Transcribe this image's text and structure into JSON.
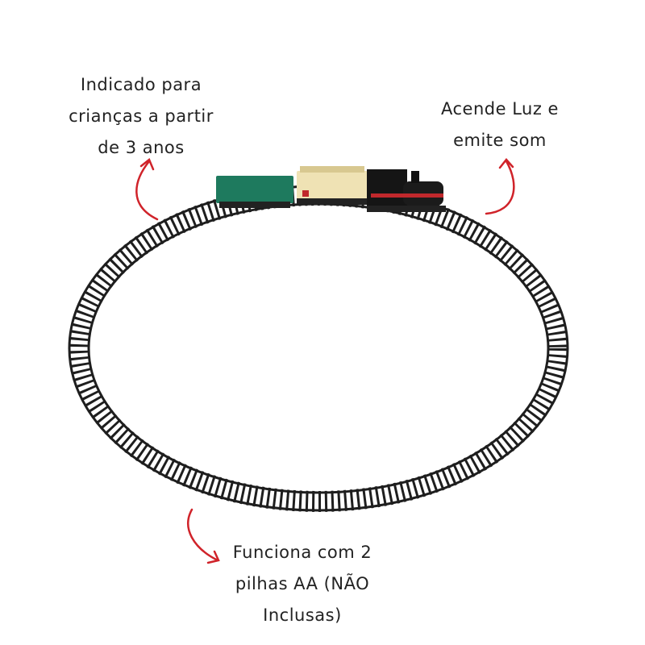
{
  "captions": {
    "age": [
      "Indicado para",
      "crianças a partir",
      "de 3 anos"
    ],
    "light": [
      "Acende Luz e",
      "emite som"
    ],
    "batteries": [
      "Funciona com 2",
      "pilhas AA (NÃO",
      "Inclusas)"
    ]
  },
  "colors": {
    "arrow": "#d0232a",
    "track": "#1e1e1e",
    "green_car": "#1e7a5e",
    "cream_car": "#efe2b4",
    "locomotive": "#151515"
  }
}
